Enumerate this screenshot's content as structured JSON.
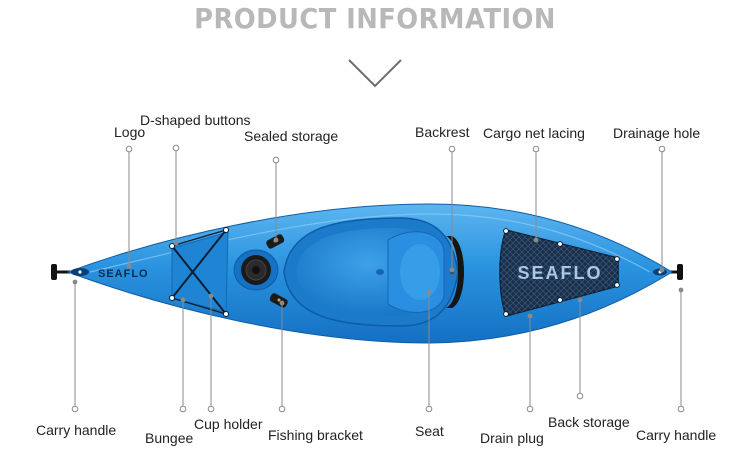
{
  "heading": "PRODUCT INFORMATION",
  "brand": "SEAFLO",
  "labels": {
    "logo": "Logo",
    "d_buttons": "D-shaped buttons",
    "sealed_storage": "Sealed storage",
    "backrest": "Backrest",
    "cargo_net": "Cargo net lacing",
    "drainage_hole": "Drainage hole",
    "carry_handle_left": "Carry handle",
    "bungee": "Bungee",
    "cup_holder": "Cup holder",
    "fishing_bracket": "Fishing bracket",
    "seat": "Seat",
    "drain_plug": "Drain plug",
    "back_storage": "Back storage",
    "carry_handle_right": "Carry handle"
  },
  "colors": {
    "hull": "#1e88d8",
    "hull_light": "#45a8ec",
    "hull_dark": "#0f63b0",
    "heading": "#b8b8b8",
    "leader": "#888888",
    "net": "#1f3a5c"
  }
}
